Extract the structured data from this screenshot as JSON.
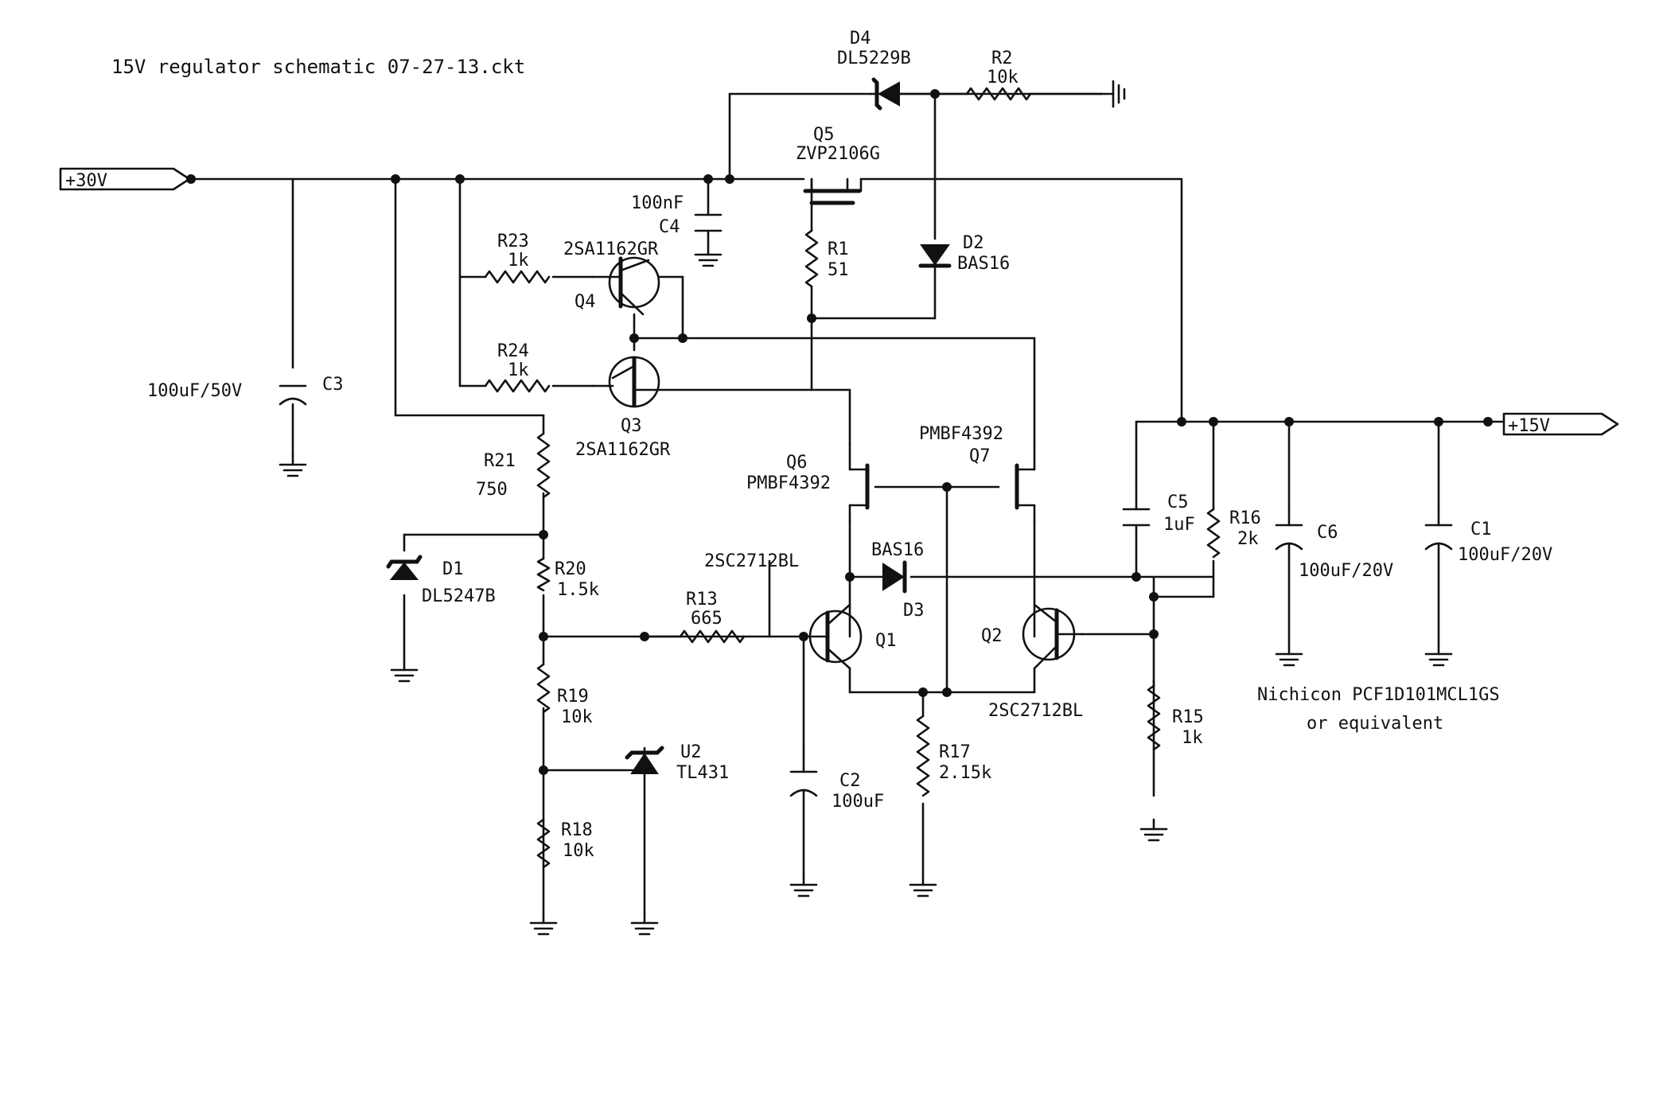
{
  "title": "15V regulator schematic 07-27-13.ckt",
  "ports": {
    "input": "+30V",
    "output": "+15V"
  },
  "components": {
    "D4": {
      "ref": "D4",
      "part": "DL5229B"
    },
    "R2": {
      "ref": "R2",
      "value": "10k"
    },
    "Q5": {
      "ref": "Q5",
      "part": "ZVP2106G"
    },
    "C4": {
      "ref": "C4",
      "value": "100nF"
    },
    "R23": {
      "ref": "R23",
      "value": "1k"
    },
    "Q4": {
      "ref": "Q4",
      "part": "2SA1162GR"
    },
    "R1": {
      "ref": "R1",
      "value": "51"
    },
    "D2": {
      "ref": "D2",
      "part": "BAS16"
    },
    "R24": {
      "ref": "R24",
      "value": "1k"
    },
    "Q3": {
      "ref": "Q3",
      "part": "2SA1162GR"
    },
    "C3": {
      "ref": "C3",
      "value": "100uF/50V"
    },
    "R21": {
      "ref": "R21",
      "value": "750"
    },
    "Q6": {
      "ref": "Q6",
      "part": "PMBF4392"
    },
    "Q7": {
      "ref": "Q7",
      "part": "PMBF4392"
    },
    "D1": {
      "ref": "D1",
      "part": "DL5247B"
    },
    "R20": {
      "ref": "R20",
      "value": "1.5k"
    },
    "D3": {
      "ref": "D3",
      "part": "BAS16"
    },
    "Q1": {
      "ref": "Q1",
      "part": "2SC2712BL"
    },
    "Q2": {
      "ref": "Q2",
      "part": "2SC2712BL"
    },
    "R13": {
      "ref": "R13",
      "value": "665"
    },
    "C5": {
      "ref": "C5",
      "value": "1uF"
    },
    "R16": {
      "ref": "R16",
      "value": "2k"
    },
    "C6": {
      "ref": "C6",
      "value": "100uF/20V"
    },
    "C1": {
      "ref": "C1",
      "value": "100uF/20V"
    },
    "R19": {
      "ref": "R19",
      "value": "10k"
    },
    "U2": {
      "ref": "U2",
      "part": "TL431"
    },
    "C2": {
      "ref": "C2",
      "value": "100uF"
    },
    "R17": {
      "ref": "R17",
      "value": "2.15k"
    },
    "R15": {
      "ref": "R15",
      "value": "1k"
    },
    "R18": {
      "ref": "R18",
      "value": "10k"
    }
  },
  "notes": {
    "cap_line1": "Nichicon PCF1D101MCL1GS",
    "cap_line2": "or equivalent"
  }
}
